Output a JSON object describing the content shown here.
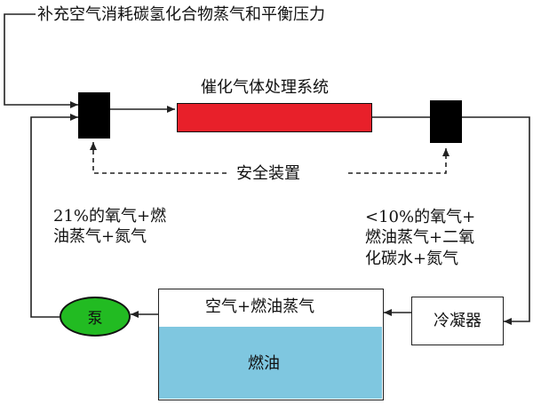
{
  "labels": {
    "supply": "补充空气消耗碳氢化合物蒸气和平衡压力",
    "catalytic_system": "催化气体处理系统",
    "safety_device": "安全装置",
    "left_gas": [
      "21%的氧气+燃",
      "油蒸气+氮气"
    ],
    "right_gas": [
      "<10%的氧气+",
      "燃油蒸气+二氧",
      "化碳水+氮气"
    ],
    "tank_vapor": "空气+燃油蒸气",
    "tank_fuel": "燃油",
    "pump": "泵",
    "condenser": "冷凝器"
  },
  "colors": {
    "reactor_fill": "#e8202a",
    "fuel_fill": "#7fc7e0",
    "pump_fill": "#22bb22",
    "line": "#222222"
  }
}
